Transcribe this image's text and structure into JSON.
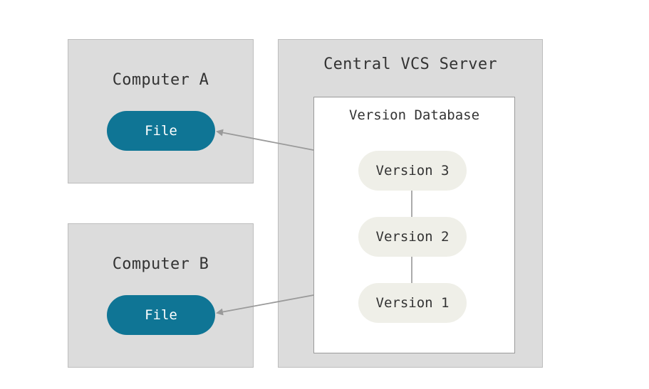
{
  "computer_a": {
    "title": "Computer A",
    "file_label": "File"
  },
  "computer_b": {
    "title": "Computer B",
    "file_label": "File"
  },
  "server": {
    "title": "Central VCS Server",
    "database": {
      "title": "Version Database",
      "versions": [
        "Version 3",
        "Version 2",
        "Version 1"
      ]
    }
  },
  "colors": {
    "box_fill": "#dcdcdc",
    "file_pill": "#0f7595",
    "version_pill": "#efefe8",
    "arrow": "#9a9a9a"
  }
}
